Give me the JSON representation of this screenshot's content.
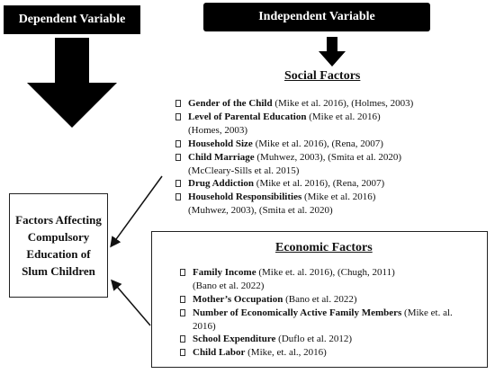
{
  "dependent_variable": {
    "label": "Dependent Variable"
  },
  "independent_variable": {
    "label": "Independent Variable"
  },
  "outcome": {
    "text": "Factors Affecting\nCompulsory\nEducation of\nSlum Children"
  },
  "social_factors": {
    "title": "Social Factors",
    "items": [
      {
        "name": "Gender of the Child",
        "refs": " (Mike et al. 2016), (Holmes, 2003)",
        "refs2": ""
      },
      {
        "name": "Level of Parental Education",
        "refs": " (Mike et al. 2016)",
        "refs2": "(Homes, 2003)"
      },
      {
        "name": "Household Size",
        "refs": " (Mike et al. 2016), (Rena, 2007)",
        "refs2": ""
      },
      {
        "name": "Child Marriage",
        "refs": " (Muhwez, 2003), (Smita et al. 2020)",
        "refs2": "(McCleary-Sills et al. 2015)"
      },
      {
        "name": "Drug Addiction",
        "refs": " (Mike et al. 2016), (Rena, 2007)",
        "refs2": ""
      },
      {
        "name": "Household Responsibilities",
        "refs": " (Mike et al. 2016)",
        "refs2": "(Muhwez, 2003), (Smita et al. 2020)"
      }
    ]
  },
  "economic_factors": {
    "title": "Economic Factors",
    "items": [
      {
        "name": "Family Income",
        "refs": " (Mike et. al. 2016), (Chugh, 2011)",
        "refs2": "(Bano et al. 2022)"
      },
      {
        "name": "Mother’s Occupation",
        "refs": "   (Bano et al. 2022)",
        "refs2": ""
      },
      {
        "name": "Number of Economically Active Family Members",
        "refs": " (Mike et. al.",
        "refs2": "2016)"
      },
      {
        "name": "School Expenditure",
        "refs": "  (Duflo et al. 2012)",
        "refs2": ""
      },
      {
        "name": "Child Labor",
        "refs": " (Mike, et. al., 2016)",
        "refs2": ""
      }
    ]
  }
}
